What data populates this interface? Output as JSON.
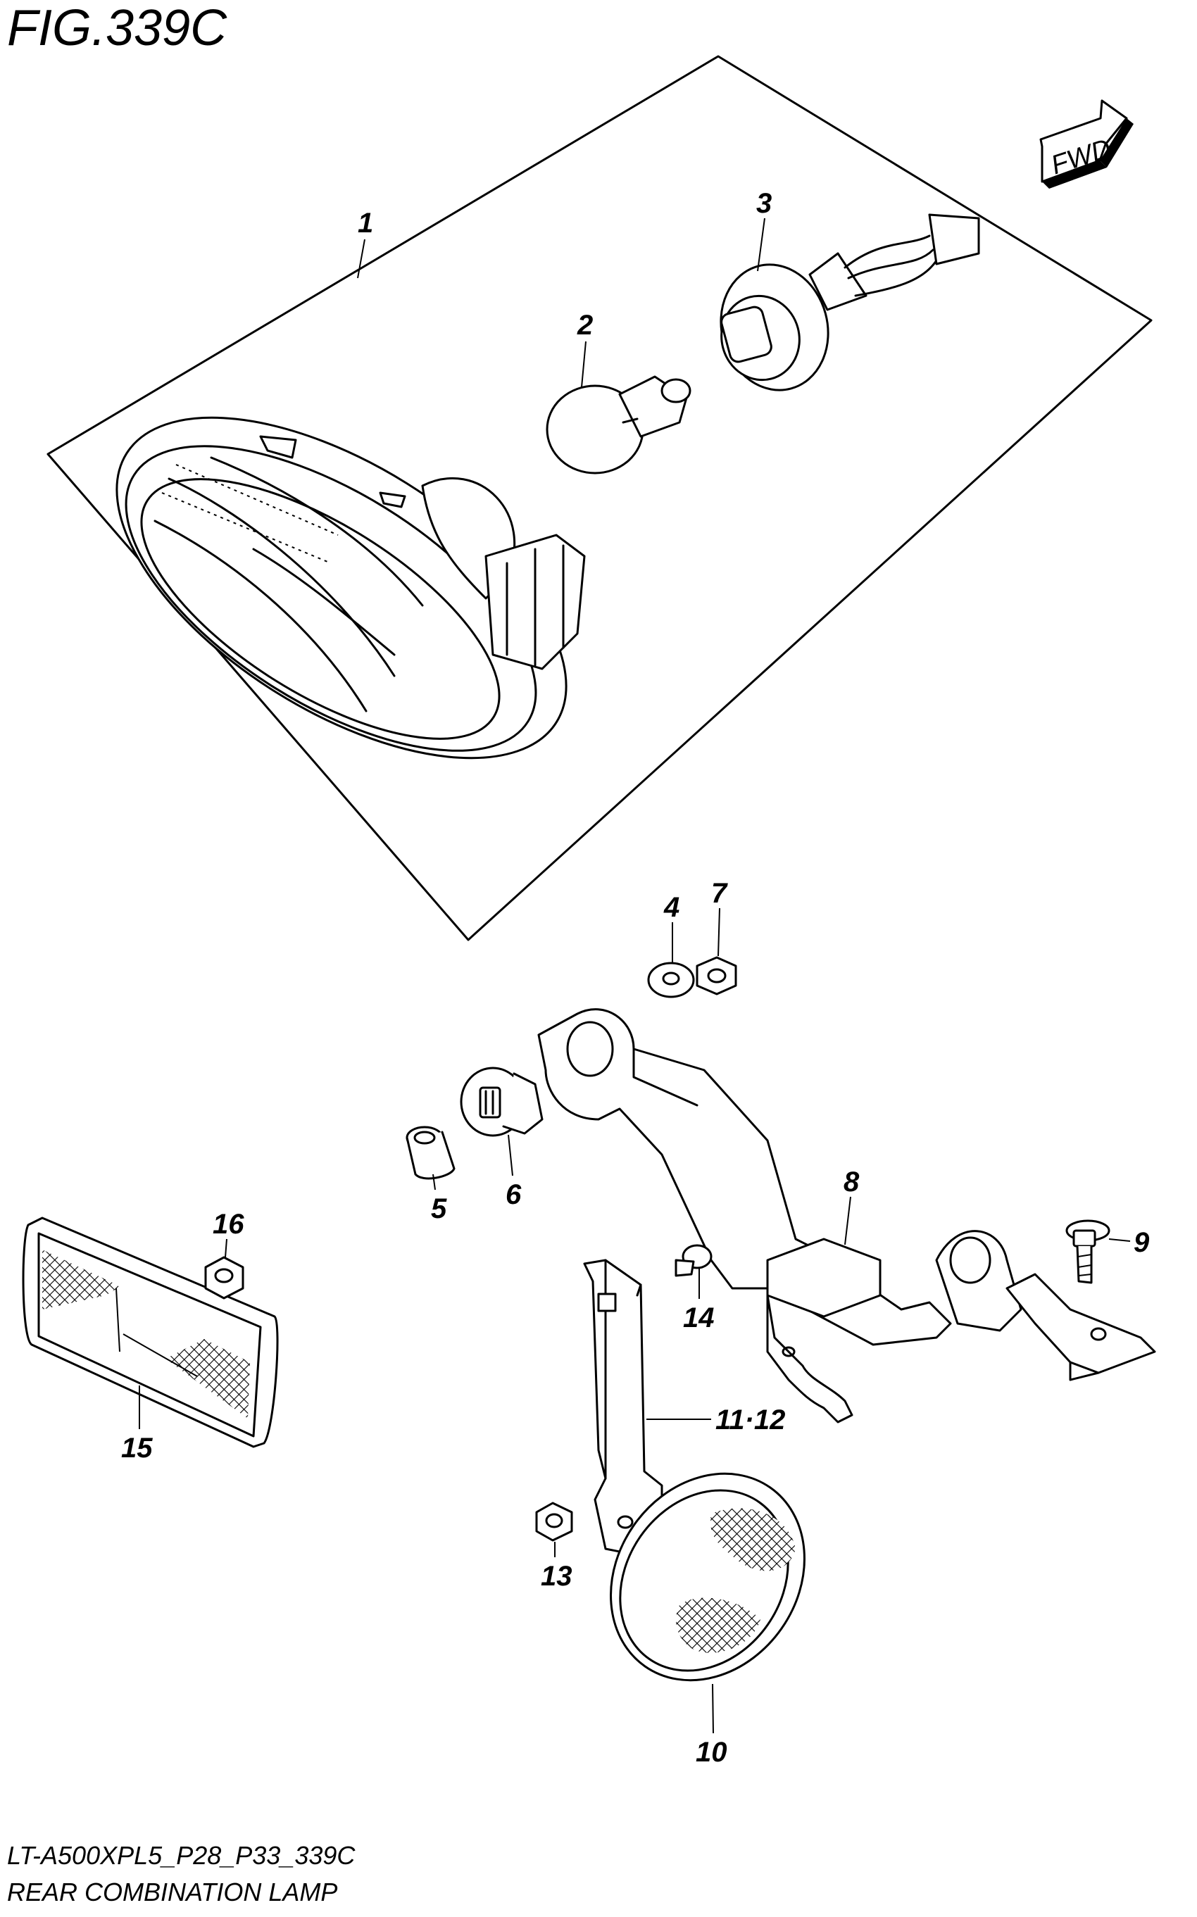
{
  "figure": {
    "title": "FIG.339C",
    "fwd_label": "FWD",
    "footer_code": "LT-A500XPL5_P28_P33_339C",
    "footer_name": "REAR COMBINATION LAMP"
  },
  "callouts": [
    {
      "id": "c1",
      "label": "1"
    },
    {
      "id": "c2",
      "label": "2"
    },
    {
      "id": "c3",
      "label": "3"
    },
    {
      "id": "c4",
      "label": "4"
    },
    {
      "id": "c5",
      "label": "5"
    },
    {
      "id": "c6",
      "label": "6"
    },
    {
      "id": "c7",
      "label": "7"
    },
    {
      "id": "c8",
      "label": "8"
    },
    {
      "id": "c9",
      "label": "9"
    },
    {
      "id": "c10",
      "label": "10"
    },
    {
      "id": "c11",
      "label": "11·12"
    },
    {
      "id": "c13",
      "label": "13"
    },
    {
      "id": "c14",
      "label": "14"
    },
    {
      "id": "c15",
      "label": "15"
    },
    {
      "id": "c16",
      "label": "16"
    }
  ]
}
